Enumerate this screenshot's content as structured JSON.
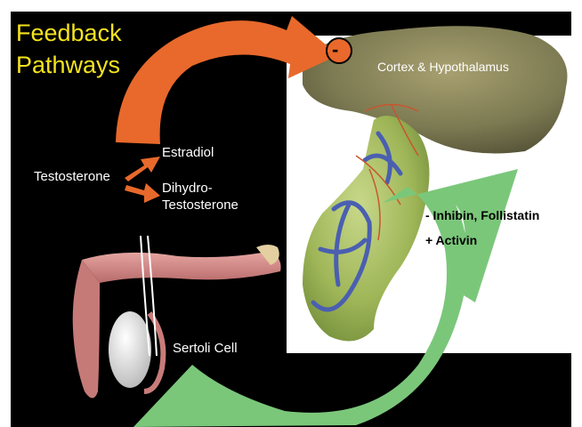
{
  "title": {
    "line1": "Feedback",
    "line2": "Pathways"
  },
  "labels": {
    "testosterone": "Testosterone",
    "estradiol": "Estradiol",
    "dht_line1": "Dihydro-",
    "dht_line2": "Testosterone",
    "cortex": "Cortex & Hypothalamus",
    "inhibin": "-  Inhibin, Follistatin",
    "activin": "+ Activin",
    "sertoli": "Sertoli Cell",
    "negative_sign": "-"
  },
  "colors": {
    "title": "#f3e21f",
    "negative_arrow": "#e8692b",
    "feedback_arrow": "#7bc77a",
    "background": "#000000",
    "tissue": "#c87878",
    "vessel": "#4a5fb0"
  },
  "icons": {
    "negative_marker": "minus-circle-icon",
    "tissue_image": "reproductive-anatomy-illustration",
    "pituitary_image": "pituitary-hypothalamus-illustration"
  }
}
